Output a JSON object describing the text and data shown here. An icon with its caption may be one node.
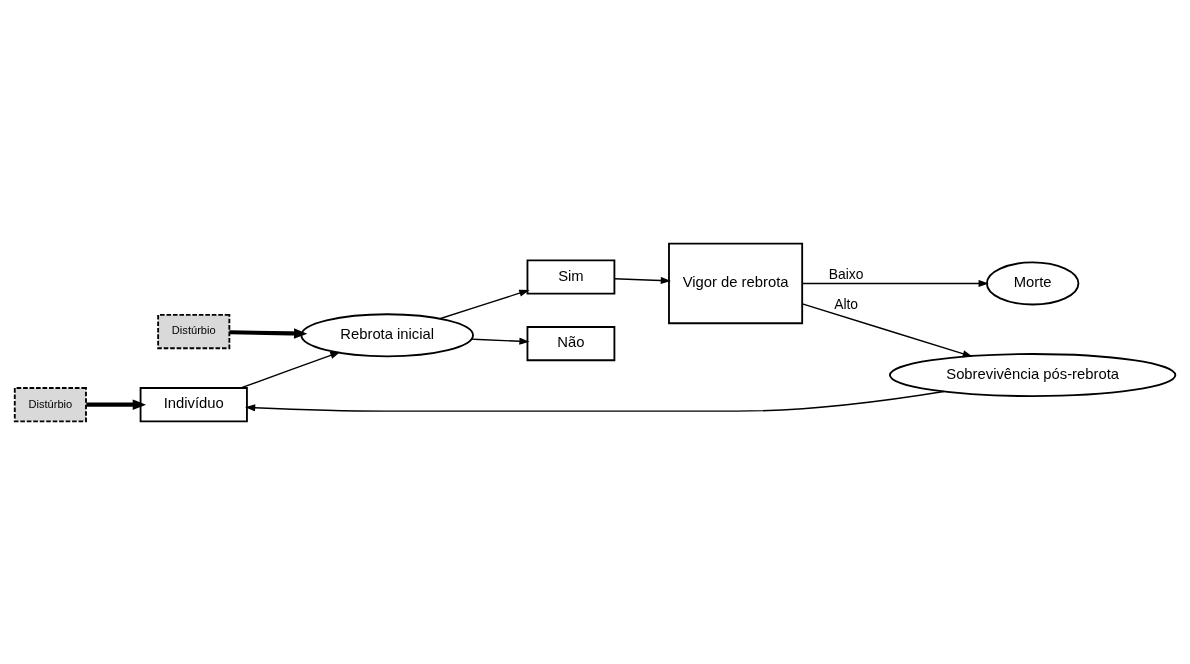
{
  "diagram": {
    "nodes": [
      {
        "text": [
          "Indivíduo"
        ]
      },
      {
        "text": [
          "Distúrbio"
        ]
      },
      {
        "text": [
          "Rebrota inicial"
        ]
      },
      {
        "text": [
          "Distúrbio"
        ]
      },
      {
        "text": [
          "Não"
        ]
      },
      {
        "text": [
          "Sim"
        ]
      },
      {
        "text": [
          "Vigor de rebrota"
        ]
      },
      {
        "text": [
          "Sobrevivência pós-rebrota"
        ]
      },
      {
        "text": [
          "Morte"
        ]
      }
    ],
    "edges": [
      {
        "from": 1,
        "to": 0,
        "arrow": "to",
        "style": "thick"
      },
      {
        "from": 0,
        "to": 2,
        "arrow": "to"
      },
      {
        "from": 3,
        "to": 2,
        "arrow": "to",
        "style": "thick"
      },
      {
        "from": 2,
        "to": 4,
        "arrow": "to"
      },
      {
        "from": 2,
        "to": 5,
        "arrow": "to"
      },
      {
        "from": 5,
        "to": 6,
        "arrow": "to"
      },
      {
        "from": 6,
        "to": 7,
        "arrow": "to",
        "label": "Alto"
      },
      {
        "from": 6,
        "to": 8,
        "arrow": "to",
        "label": "Baixo"
      },
      {
        "from": 7,
        "to": 0,
        "arrow": "to"
      }
    ]
  }
}
